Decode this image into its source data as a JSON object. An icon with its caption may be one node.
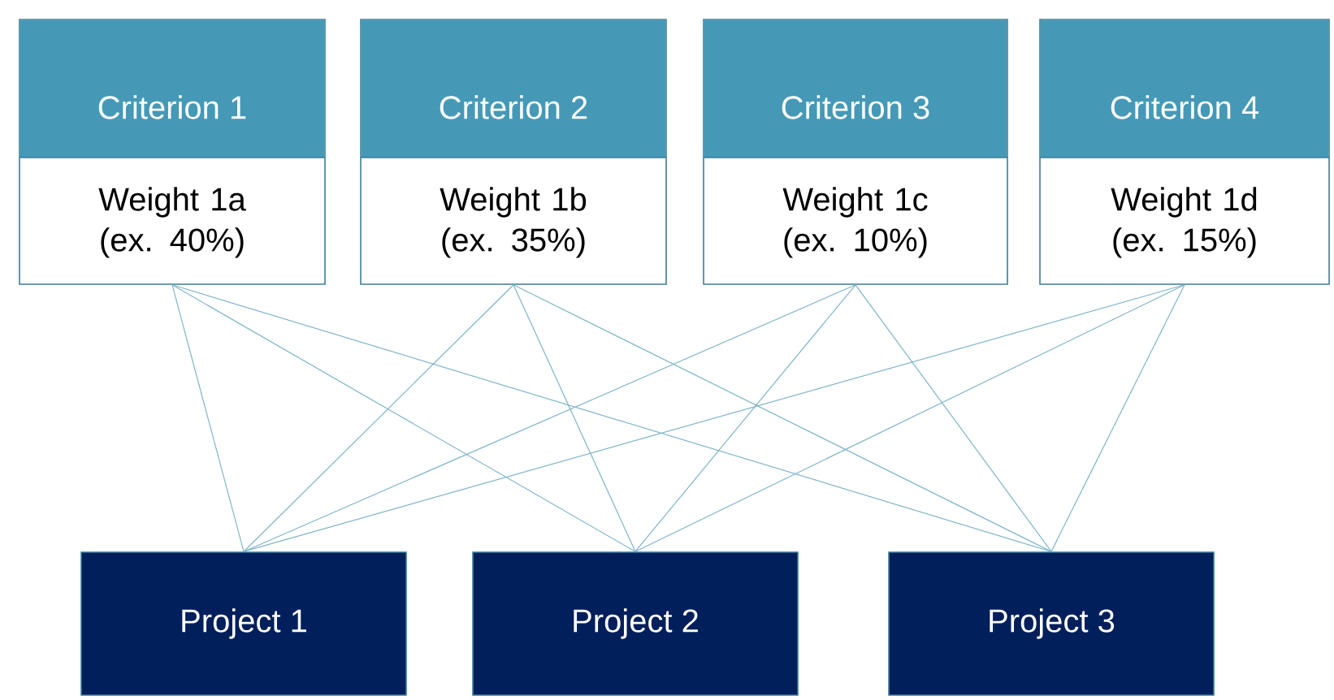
{
  "diagram": {
    "nodes": [
      {
        "text": [
          "Criterion 1",
          "Weight 1a (ex. 40%)"
        ]
      },
      {
        "text": [
          "Criterion 2",
          "Weight 1b (ex. 35%)"
        ]
      },
      {
        "text": [
          "Criterion 3",
          "Weight 1c (ex. 10%)"
        ]
      },
      {
        "text": [
          "Criterion 4",
          "Weight 1d (ex. 15%)"
        ]
      },
      {
        "text": [
          "Project 1"
        ]
      },
      {
        "text": [
          "Project 2"
        ]
      },
      {
        "text": [
          "Project 3"
        ]
      }
    ],
    "edges": [
      {
        "from": 0,
        "to": 4,
        "arrow": "none"
      },
      {
        "from": 0,
        "to": 5,
        "arrow": "none"
      },
      {
        "from": 0,
        "to": 6,
        "arrow": "none"
      },
      {
        "from": 1,
        "to": 4,
        "arrow": "none"
      },
      {
        "from": 1,
        "to": 5,
        "arrow": "none"
      },
      {
        "from": 1,
        "to": 6,
        "arrow": "none"
      },
      {
        "from": 2,
        "to": 4,
        "arrow": "none"
      },
      {
        "from": 2,
        "to": 5,
        "arrow": "none"
      },
      {
        "from": 2,
        "to": 6,
        "arrow": "none"
      },
      {
        "from": 3,
        "to": 4,
        "arrow": "none"
      },
      {
        "from": 3,
        "to": 5,
        "arrow": "none"
      },
      {
        "from": 3,
        "to": 6,
        "arrow": "none"
      }
    ]
  }
}
